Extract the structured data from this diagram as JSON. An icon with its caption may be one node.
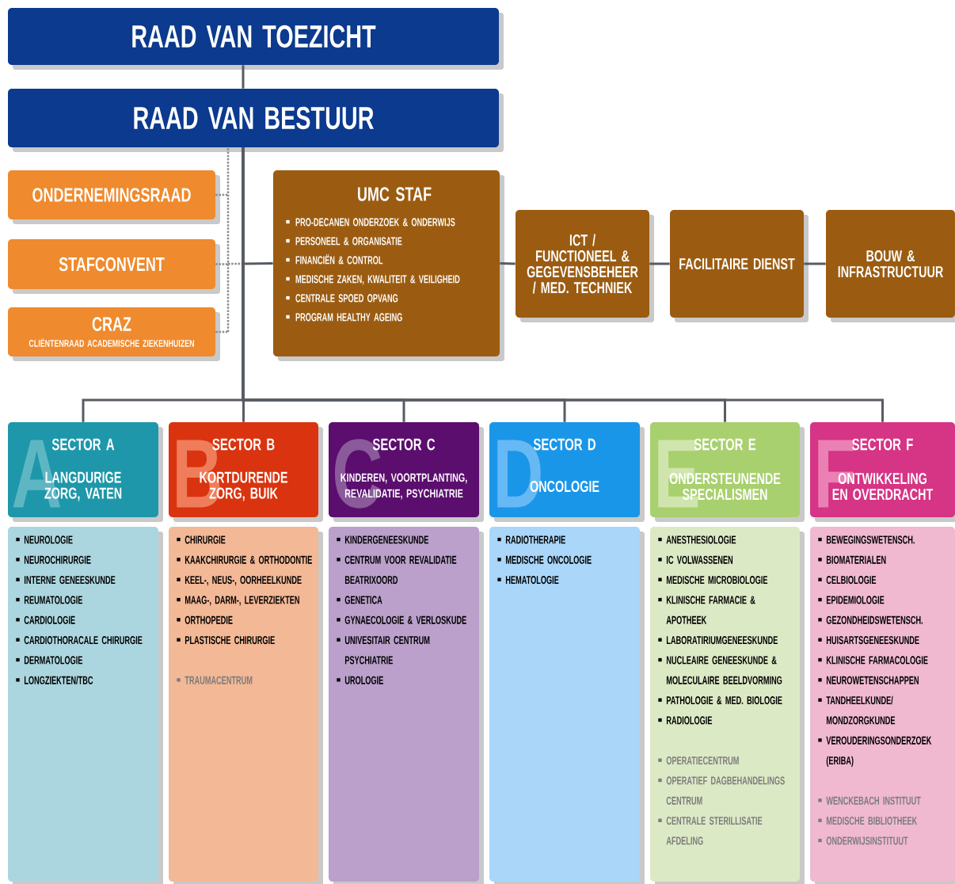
{
  "diagram": {
    "nodes": [
      {
        "text": [
          "RAAD VAN TOEZICHT"
        ]
      },
      {
        "text": [
          "RAAD VAN BESTUUR"
        ]
      },
      {
        "text": [
          "ONDERNEMINGSRAAD"
        ]
      },
      {
        "text": [
          "STAFCONVENT"
        ]
      },
      {
        "text": [
          "CRAZ",
          "CLIËNTENRAAD ACADEMISCHE ZIEKENHUIZEN"
        ]
      },
      {
        "text": [
          "UMC STAF",
          "PRO-DECANEN ONDERZOEK & ONDERWIJS",
          "PERSONEEL & ORGANISATIE",
          "FINANCIËN & CONTROL",
          "MEDISCHE ZAKEN, KWALITEIT & VEILIGHEID",
          "CENTRALE SPOED OPVANG",
          "PROGRAM HEALTHY AGEING"
        ]
      },
      {
        "text": [
          "ICT / FUNCTIONEEL & GEGEVENSBEHEER / MED. TECHNIEK"
        ]
      },
      {
        "text": [
          "FACILITAIRE DIENST"
        ]
      },
      {
        "text": [
          "BOUW & INFRASTRUCTUUR"
        ]
      },
      {
        "text": [
          "A",
          "SECTOR A",
          "LANGDURIGE ZORG, VATEN"
        ]
      },
      {
        "text": [
          "B",
          "SECTOR B",
          "KORTDURENDE ZORG, BUIK"
        ]
      },
      {
        "text": [
          "C",
          "SECTOR C",
          "KINDEREN, VOORTPLANTING, REVALIDATIE, PSYCHIATRIE"
        ]
      },
      {
        "text": [
          "D",
          "SECTOR D",
          "ONCOLOGIE"
        ]
      },
      {
        "text": [
          "E",
          "SECTOR E",
          "ONDERSTEUNENDE SPECIALISMEN"
        ]
      },
      {
        "text": [
          "F",
          "SECTOR F",
          "ONTWIKKELING EN OVERDRACHT"
        ]
      },
      {
        "text": [
          "NEUROLOGIE",
          "NEUROCHIRURGIE",
          "INTERNE GENEESKUNDE",
          "REUMATOLOGIE",
          "CARDIOLOGIE",
          "CARDIOTHORACALE CHIRURGIE",
          "DERMATOLOGIE",
          "LONGZIEKTEN/TBC"
        ]
      },
      {
        "text": [
          "CHIRURGIE",
          "KAAKCHIRURGIE & ORTHODONTIE",
          "KEEL-, NEUS-, OORHEELKUNDE",
          "MAAG-, DARM-, LEVERZIEKTEN",
          "ORTHOPEDIE",
          "PLASTISCHE CHIRURGIE",
          "TRAUMACENTRUM"
        ]
      },
      {
        "text": [
          "KINDERGENEESKUNDE",
          "CENTRUM VOOR REVALIDATIE BEATRIXOORD",
          "GENETICA",
          "GYNAECOLOGIE & VERLOSKUDE",
          "UNIVESITAIR CENTRUM PSYCHIATRIE",
          "UROLOGIE"
        ]
      },
      {
        "text": [
          "RADIOTHERAPIE",
          "MEDISCHE ONCOLOGIE",
          "HEMATOLOGIE"
        ]
      },
      {
        "text": [
          "ANESTHESIOLOGIE",
          "IC VOLWASSENEN",
          "MEDISCHE MICROBIOLOGIE",
          "KLINISCHE FARMACIE & APOTHEEK",
          "LABORATIRIUMGENEESKUNDE",
          "NUCLEAIRE GENEESKUNDE & MOLECULAIRE BEELDVORMING",
          "PATHOLOGIE & MED. BIOLOGIE",
          "RADIOLOGIE",
          "OPERATIECENTRUM",
          "OPERATIEF DAGBEHANDELINGS CENTRUM",
          "CENTRALE STERILLISATIE AFDELING"
        ]
      },
      {
        "text": [
          "BEWEGINGSWETENSCH.",
          "BIOMATERIALEN",
          "CELBIOLOGIE",
          "EPIDEMIOLOGIE",
          "GEZONDHEIDSWETENSCH.",
          "HUISARTSGENEESKUNDE",
          "KLINISCHE FARMACOLOGIE",
          "NEUROWETENSCHAPPEN",
          "TANDHEELKUNDE/ MONDZORGKUNDE",
          "VEROUDERINGSONDERZOEK (ERIBA)",
          "WENCKEBACH INSTITUUT",
          "MEDISCHE BIBLIOTHEEK",
          "ONDERWIJSINSTITUUT"
        ]
      }
    ],
    "edges": [
      {
        "from": 0,
        "to": 1,
        "arrow": "none"
      },
      {
        "from": 1,
        "to": 5,
        "arrow": "none"
      },
      {
        "from": 5,
        "to": 6,
        "arrow": "none"
      },
      {
        "from": 6,
        "to": 7,
        "arrow": "none"
      },
      {
        "from": 7,
        "to": 8,
        "arrow": "none"
      },
      {
        "from": 1,
        "to": 9,
        "arrow": "none"
      },
      {
        "from": 1,
        "to": 10,
        "arrow": "none"
      },
      {
        "from": 1,
        "to": 11,
        "arrow": "none"
      },
      {
        "from": 1,
        "to": 12,
        "arrow": "none"
      },
      {
        "from": 1,
        "to": 13,
        "arrow": "none"
      },
      {
        "from": 1,
        "to": 14,
        "arrow": "none"
      },
      {
        "from": 2,
        "to": 1,
        "arrow": "none",
        "style": "dashed"
      },
      {
        "from": 3,
        "to": 1,
        "arrow": "none",
        "style": "dashed"
      },
      {
        "from": 4,
        "to": 1,
        "arrow": "none",
        "style": "dashed"
      }
    ]
  }
}
